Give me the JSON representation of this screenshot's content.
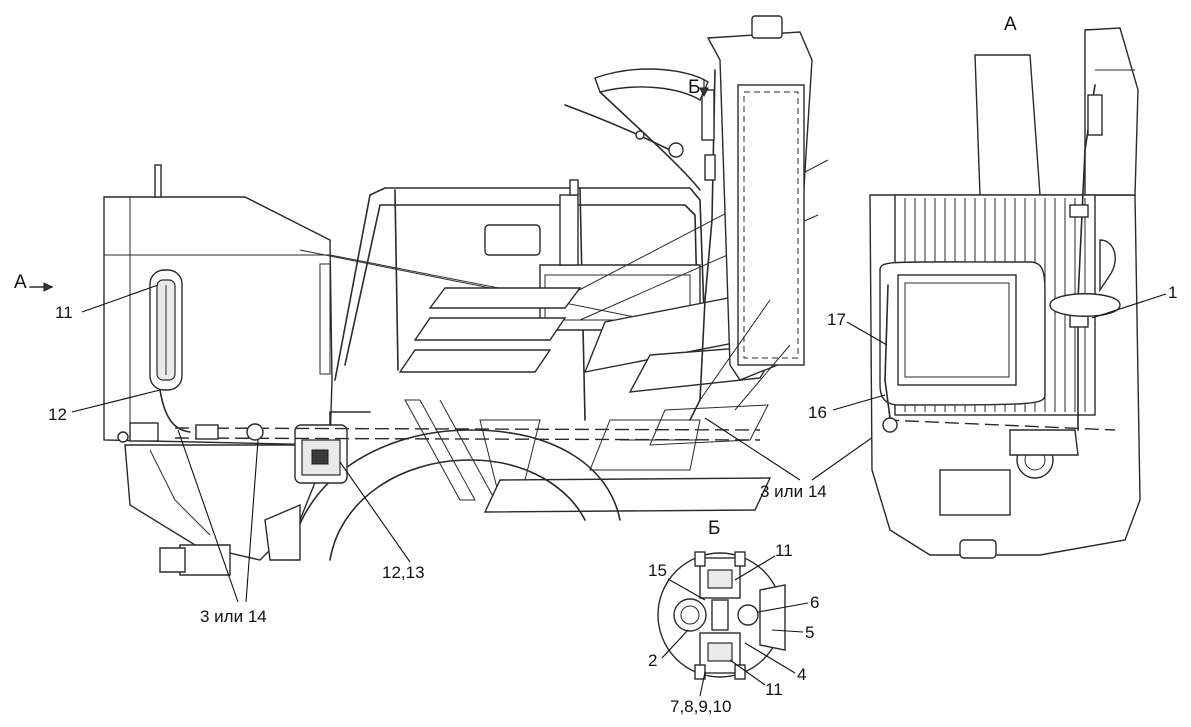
{
  "view_labels": {
    "view_a": "А",
    "view_b": "Б"
  },
  "callouts": {
    "c11_left": "11",
    "c12_left": "12",
    "c3_14_bottom": "3 или 14",
    "c12_13": "12,13",
    "c3_14_right": "3 или 14",
    "c17": "17",
    "c16": "16",
    "c1": "1",
    "c15": "15",
    "c11_top": "11",
    "c6": "6",
    "c5": "5",
    "c2": "2",
    "c4": "4",
    "c11_bottom": "11",
    "c7_10": "7,8,9,10"
  },
  "view_arrow": {
    "label": "А"
  }
}
